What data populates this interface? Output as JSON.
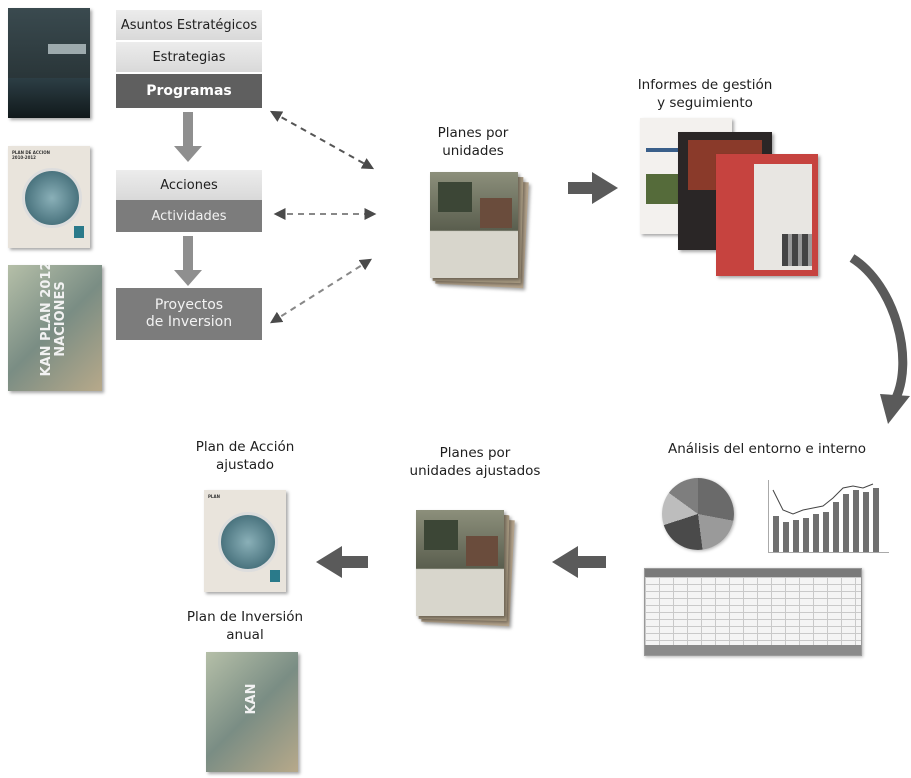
{
  "hierarchy": {
    "asuntos": "Asuntos Estratégicos",
    "estrategias": "Estrategias",
    "programas": "Programas",
    "acciones": "Acciones",
    "actividades": "Actividades",
    "proyectos": "Proyectos\nde Inversion"
  },
  "labels": {
    "planes_unidades": "Planes por\nunidades",
    "informes": "Informes de gestión\ny seguimiento",
    "analisis": "Análisis del entorno e interno",
    "planes_ajustados": "Planes por\nunidades ajustados",
    "plan_accion": "Plan de Acción\najustado",
    "plan_inversion": "Plan de Inversión\nanual"
  },
  "cover_text": {
    "plan_accion_cover": "PLAN DE ACCION\n2010-2012",
    "kan_cover": "KAN PLAN 2012\nNACIONES"
  },
  "colors": {
    "arrow": "#5a5a5a",
    "light_box": "#dedede",
    "dark_box": "#5f5f5f",
    "mid_box": "#7c7c7c",
    "connector": "#8a8a8a"
  }
}
